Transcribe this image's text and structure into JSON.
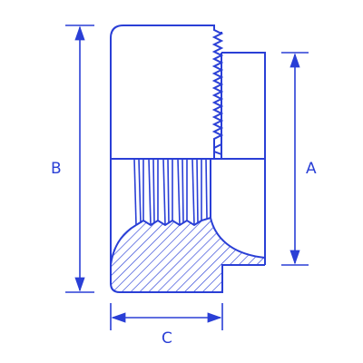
{
  "colors": {
    "line": "#2a3fd6",
    "fill": "#ffffff",
    "background": "#ffffff"
  },
  "dimensions": {
    "a_label": "A",
    "b_label": "B",
    "c_label": "C"
  },
  "part": {
    "component": "threaded-fitting-cross-section",
    "top_section": "external-thread-profile",
    "bottom_section": "internal-thread-bore-with-hatched-wall"
  }
}
